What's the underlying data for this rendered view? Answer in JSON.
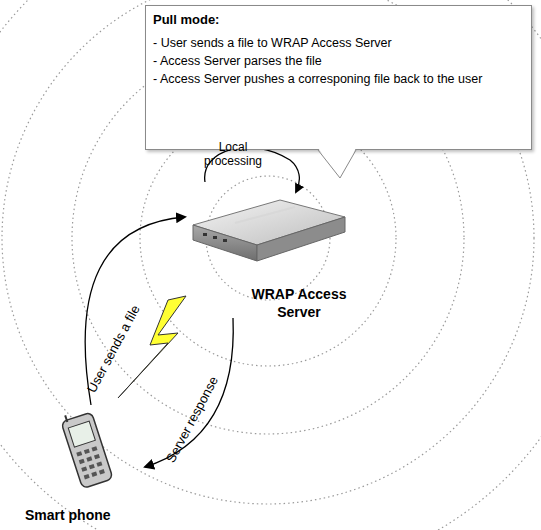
{
  "diagram": {
    "nodes": [
      {
        "text": [
          "Pull mode:",
          "- User sends a file to WRAP Access Server",
          "- Access Server parses the file",
          "- Access Server pushes a corresponing file back to the user"
        ]
      },
      {
        "text": [
          "WRAP Access Server"
        ]
      },
      {
        "text": [
          "Smart phone"
        ]
      }
    ],
    "edges": [
      {
        "from": 2,
        "to": 1,
        "label": "User sends a file",
        "arrow": "to"
      },
      {
        "from": 1,
        "to": 2,
        "label": "Server response",
        "arrow": "to"
      }
    ],
    "labels": [
      "Local processing"
    ]
  }
}
